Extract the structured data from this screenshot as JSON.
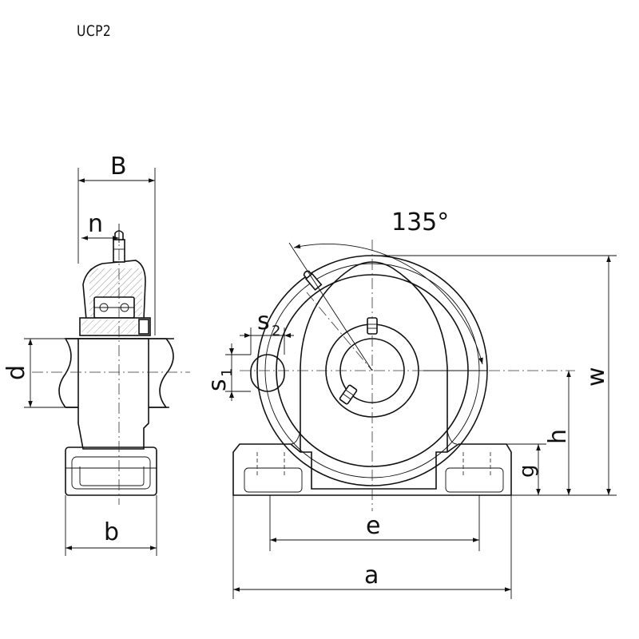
{
  "title": "UCP2",
  "labels": {
    "B": "B",
    "n": "n",
    "d": "d",
    "b": "b",
    "angle": "135°",
    "s2_main": "s",
    "s2_sub": "2",
    "s1_main": "s",
    "s1_sub": "1",
    "w": "w",
    "h": "h",
    "g": "g",
    "e": "e",
    "a": "a"
  }
}
